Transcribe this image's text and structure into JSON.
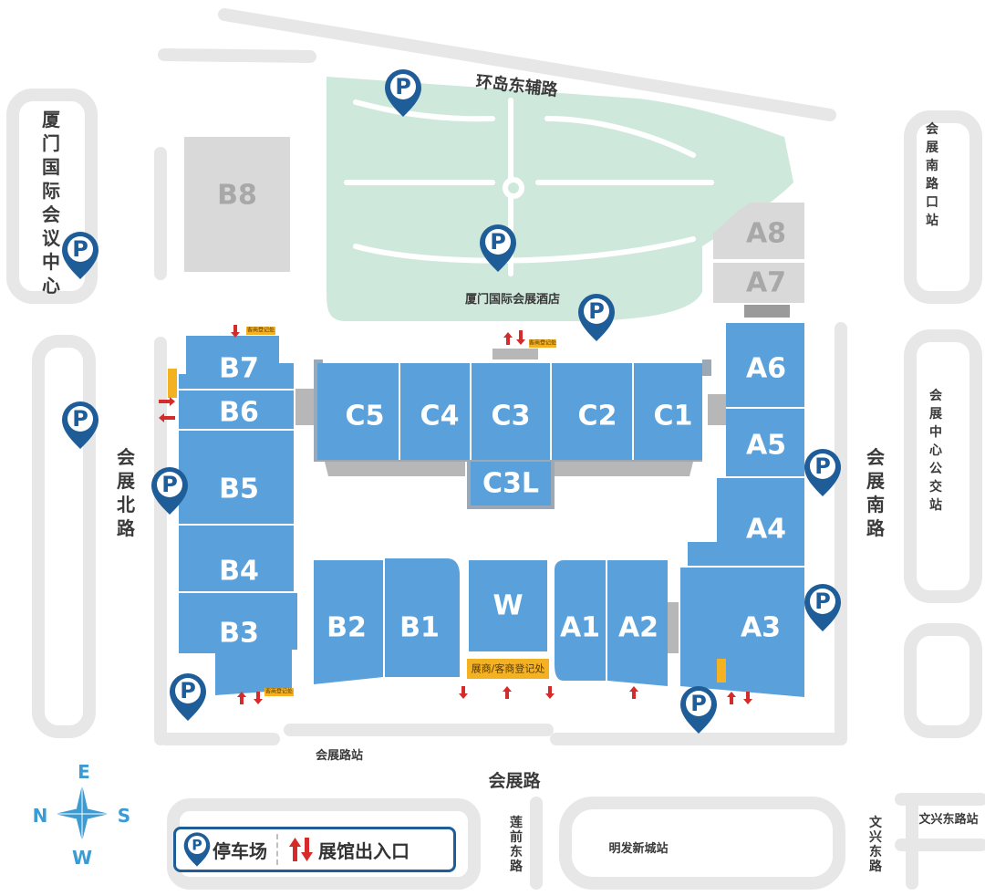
{
  "roads": {
    "north_aux": "环岛东辅路",
    "north_hall_road": "会展北路",
    "south_hall_road": "会展南路",
    "main_road": "会展路"
  },
  "places": {
    "conference_center": "厦门国际会议中心",
    "hotel": "厦门国际会展酒店"
  },
  "stations": {
    "south_road_crossing": "会展南路口站",
    "center_bus": "会展中心公交站",
    "hall_road_station": "会展路站",
    "lianqian_east_road": "莲前东路",
    "mingfa": "明发新城站",
    "wenxing_road": "文兴东路",
    "wenxing_station": "文兴东路站"
  },
  "halls": {
    "b8": "B8",
    "a8": "A8",
    "a7": "A7",
    "b7": "B7",
    "b6": "B6",
    "b5": "B5",
    "b4": "B4",
    "b3": "B3",
    "c5": "C5",
    "c4": "C4",
    "c3": "C3",
    "c2": "C2",
    "c1": "C1",
    "c3l": "C3L",
    "b2": "B2",
    "b1": "B1",
    "w": "W",
    "a1": "A1",
    "a2": "A2",
    "a6": "A6",
    "a5": "A5",
    "a4": "A4",
    "a3": "A3"
  },
  "registration": {
    "main": "展商/客商登记处",
    "small": "客商登记处"
  },
  "parking_letter": "P",
  "compass": {
    "north": "N",
    "south": "S",
    "east": "E",
    "west": "W"
  },
  "legend": {
    "parking": "停车场",
    "entrance": "展馆出入口"
  },
  "colors": {
    "hall": "#5aa1dc",
    "pin": "#1f5d99",
    "arrow": "#d42b2b",
    "registration": "#f4b223",
    "park": "#cfe8dc",
    "road": "#e7e7e7",
    "inactive_hall": "#d9d9d9",
    "compass": "#3b9bd2"
  },
  "icons": {
    "parking": "parking-pin-icon",
    "entrance": "entrance-arrows-icon",
    "compass": "compass-rose-icon"
  }
}
